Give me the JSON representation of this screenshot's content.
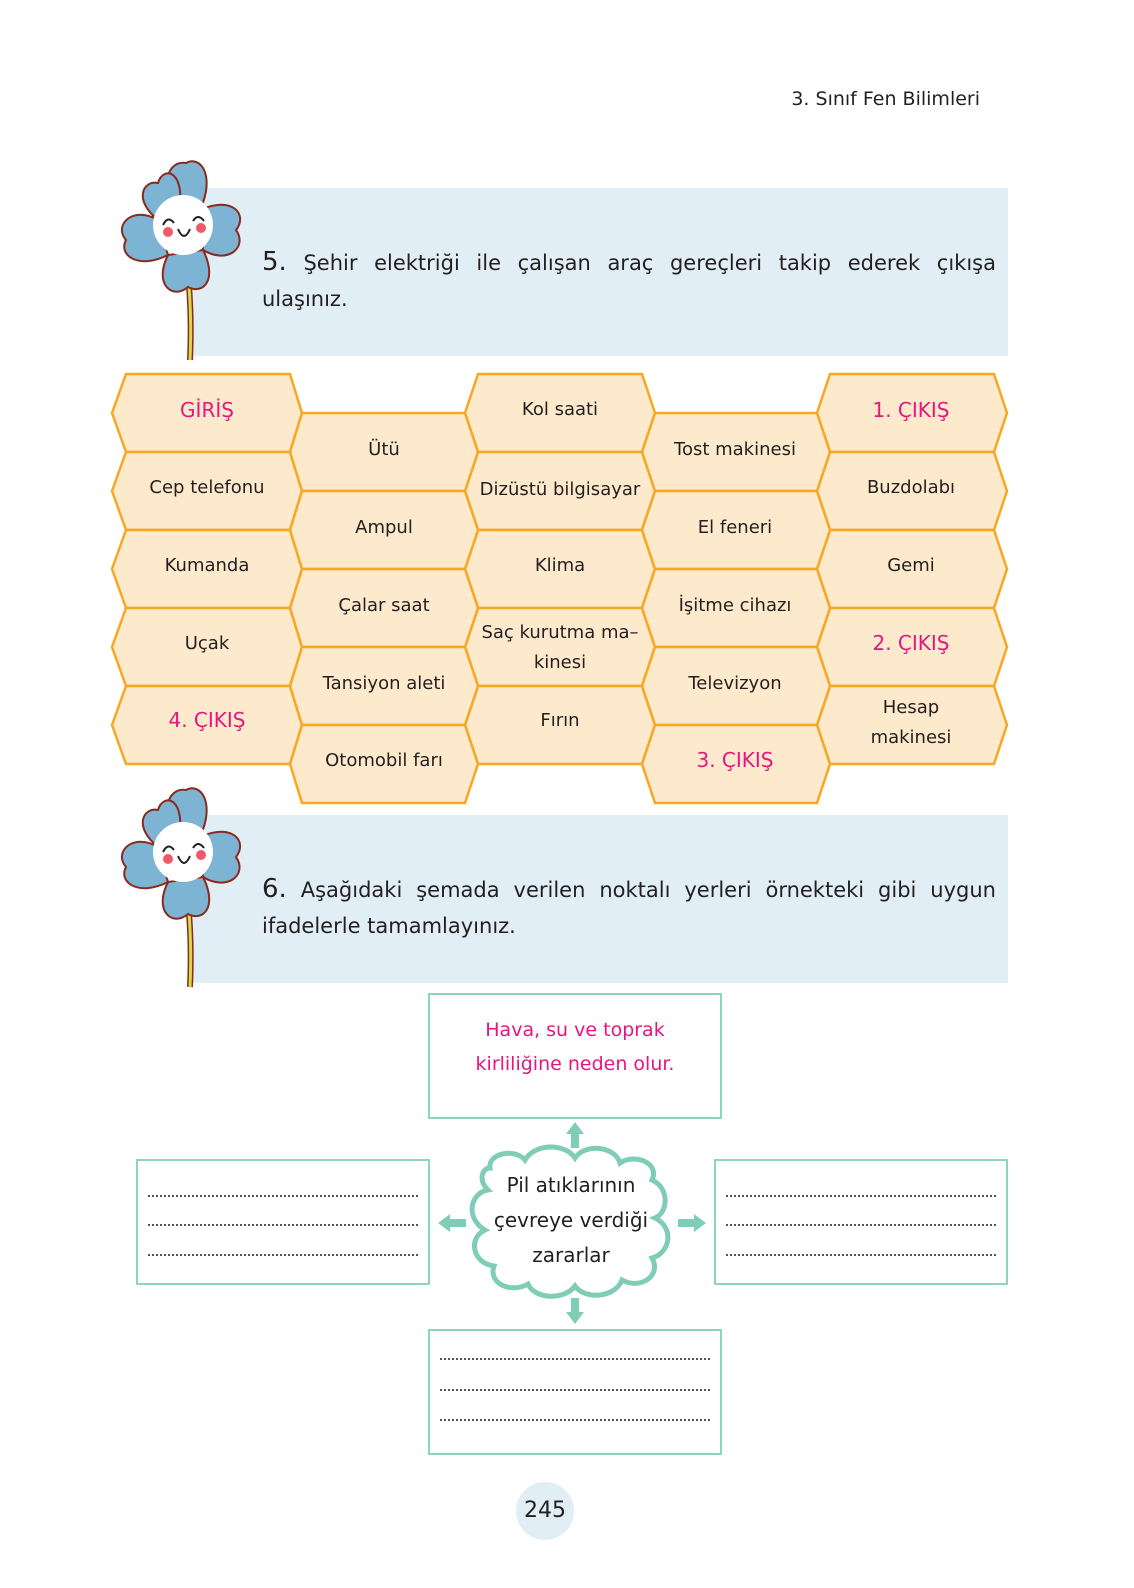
{
  "header": {
    "title": "3. Sınıf Fen Bilimleri"
  },
  "question5": {
    "number": "5.",
    "text": "Şehir elektriği ile çalışan araç gereçleri takip ederek çıkışa ulaşınız."
  },
  "maze": {
    "columns": [
      [
        "GİRİŞ",
        "Cep telefonu",
        "Kumanda",
        "Uçak",
        "4. ÇIKIŞ"
      ],
      [
        "Ütü",
        "Ampul",
        "Çalar saat",
        "Tansiyon aleti",
        "Otomobil farı"
      ],
      [
        "Kol saati",
        "Dizüstü bilgisayar",
        "Klima",
        "Saç kurutma makinesi",
        "Fırın"
      ],
      [
        "Tost makinesi",
        "El feneri",
        "İşitme cihazı",
        "Televizyon",
        "3. ÇIKIŞ"
      ],
      [
        "1. ÇIKIŞ",
        "Buzdolabı",
        "Gemi",
        "2. ÇIKIŞ",
        "Hesap makinesi"
      ]
    ],
    "cells": {
      "c0": [
        "GİRİŞ",
        "Cep telefonu",
        "Kumanda",
        "Uçak",
        "4. ÇIKIŞ"
      ],
      "c1": [
        "Ütü",
        "Ampul",
        "Çalar saat",
        "Tansiyon aleti",
        "Otomobil farı"
      ],
      "c2": [
        "Kol saati",
        "Dizüstü bilgisayar",
        "Klima",
        "Saç kurutma ma–",
        "kinesi",
        "Fırın"
      ],
      "c3": [
        "Tost makinesi",
        "El feneri",
        "İşitme cihazı",
        "Televizyon",
        "3. ÇIKIŞ"
      ],
      "c4": [
        "1. ÇIKIŞ",
        "Buzdolabı",
        "Gemi",
        "2. ÇIKIŞ",
        "Hesap",
        "makinesi"
      ]
    },
    "colors": {
      "fill": "#fde9cc",
      "stroke": "#f7a823",
      "exit_text": "#e6157f"
    }
  },
  "question6": {
    "number": "6.",
    "text": "Aşağıdaki şemada verilen noktalı yerleri örnekteki gibi uygun ifadelerle tamamlayınız."
  },
  "diagram": {
    "center": {
      "line1": "Pil atıklarının",
      "line2": "çevreye verdiği",
      "line3": "zararlar"
    },
    "example": {
      "line1": "Hava, su ve toprak",
      "line2": "kirliliğine neden olur."
    },
    "answer_boxes": [
      "left",
      "right",
      "bottom"
    ],
    "colors": {
      "border": "#8fd4bf",
      "arrow": "#7fcdb6",
      "example_text": "#e6157f"
    }
  },
  "footer": {
    "page_number": "245"
  }
}
